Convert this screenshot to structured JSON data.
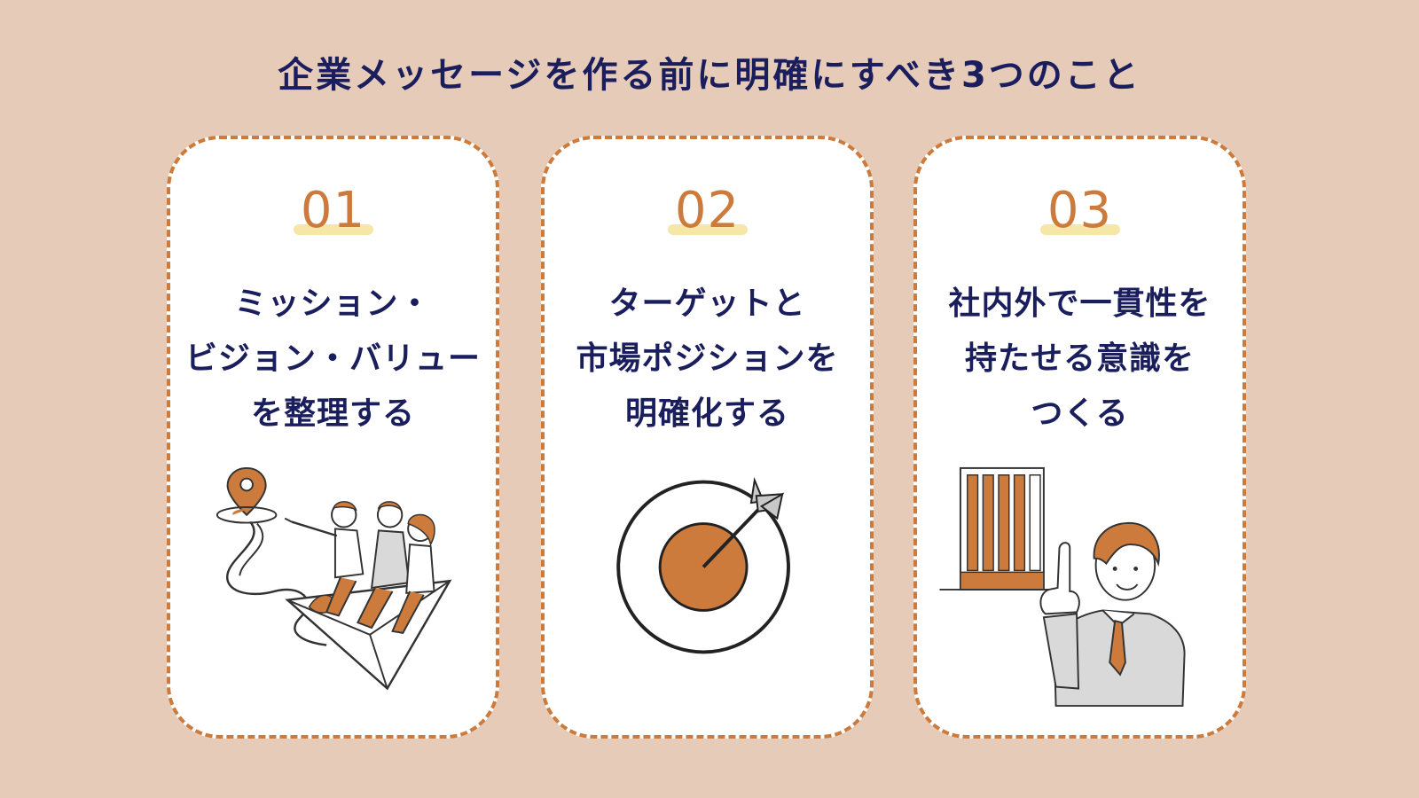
{
  "title": "企業メッセージを作る前に明確にすべき3つのこと",
  "cards": [
    {
      "number": "01",
      "lines": [
        "ミッション・",
        "ビジョン・バリュー",
        "を整理する"
      ],
      "illustration": "team-journey-map-pin"
    },
    {
      "number": "02",
      "lines": [
        "ターゲットと",
        "市場ポジションを",
        "明確化する"
      ],
      "illustration": "target-with-arrow"
    },
    {
      "number": "03",
      "lines": [
        "社内外で一貫性を",
        "持たせる意識を",
        "つくる"
      ],
      "illustration": "businessman-pointing-building"
    }
  ],
  "colors": {
    "background": "#e6cbb9",
    "accent": "#cc7b3c",
    "text": "#1b1e5c",
    "card": "#ffffff",
    "highlight": "#f5e39a"
  }
}
